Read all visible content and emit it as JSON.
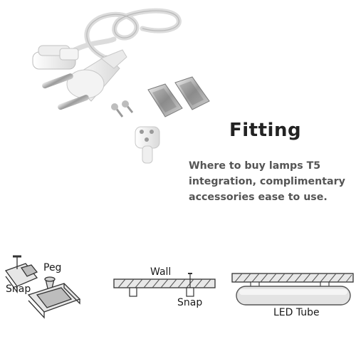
{
  "heading": "Fitting",
  "description": [
    "Where to buy lamps T5",
    "integration, complimentary",
    "accessories ease to use."
  ],
  "diagram_labels": {
    "peg": "Peg",
    "snap_left": "Snap",
    "wall": "Wall",
    "snap_mid": "Snap",
    "led_tube": "LED Tube"
  }
}
